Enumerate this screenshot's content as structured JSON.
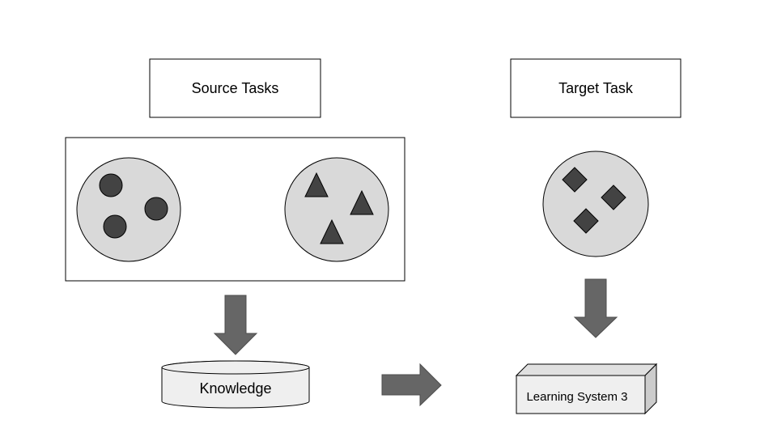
{
  "labels": {
    "source_tasks": "Source Tasks",
    "target_task": "Target Task",
    "knowledge": "Knowledge",
    "learning_system": "Learning System 3"
  },
  "colors": {
    "background": "#ffffff",
    "stroke": "#000000",
    "circle_fill": "#d9d9d9",
    "shape_fill": "#434343",
    "arrow_fill": "#666666",
    "box_fill": "#efefef",
    "box_side": "#cccccc",
    "box_top": "#e0e0e0"
  },
  "icons": {
    "source_group_1": "circle-icon",
    "source_group_2": "triangle-icon",
    "target_group": "diamond-icon",
    "knowledge": "database-cylinder-icon",
    "learning_system": "cuboid-icon"
  }
}
